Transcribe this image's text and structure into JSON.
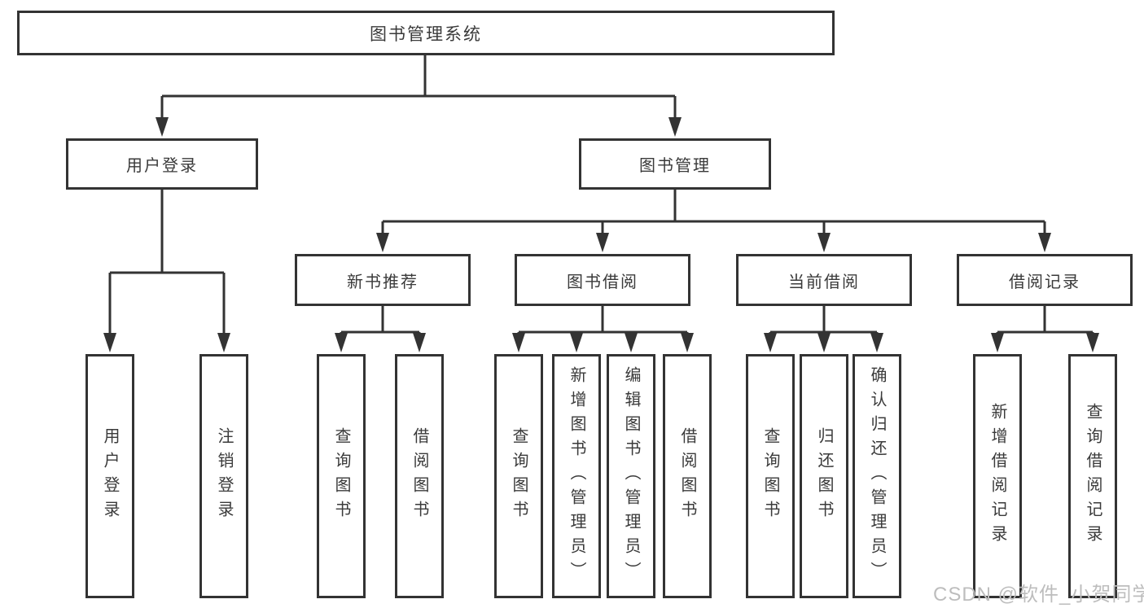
{
  "colors": {
    "line": "#333333",
    "text": "#3a3a3a",
    "watermark": "#bdbdbd"
  },
  "root": {
    "label": "图书管理系统"
  },
  "level2": [
    {
      "label": "用户登录"
    },
    {
      "label": "图书管理"
    }
  ],
  "level3": [
    {
      "label": "新书推荐"
    },
    {
      "label": "图书借阅"
    },
    {
      "label": "当前借阅"
    },
    {
      "label": "借阅记录"
    }
  ],
  "leaves": {
    "login": [
      {
        "label": "用户登录"
      },
      {
        "label": "注销登录"
      }
    ],
    "newbook": [
      {
        "label": "查询图书"
      },
      {
        "label": "借阅图书"
      }
    ],
    "borrow": [
      {
        "label": "查询图书"
      },
      {
        "label": "新增图书（管理员）"
      },
      {
        "label": "编辑图书（管理员）"
      },
      {
        "label": "借阅图书"
      }
    ],
    "current": [
      {
        "label": "查询图书"
      },
      {
        "label": "归还图书"
      },
      {
        "label": "确认归还（管理员）"
      }
    ],
    "records": [
      {
        "label": "新增借阅记录"
      },
      {
        "label": "查询借阅记录"
      }
    ]
  },
  "watermark": {
    "text": "CSDN @软件_小贺同学"
  }
}
